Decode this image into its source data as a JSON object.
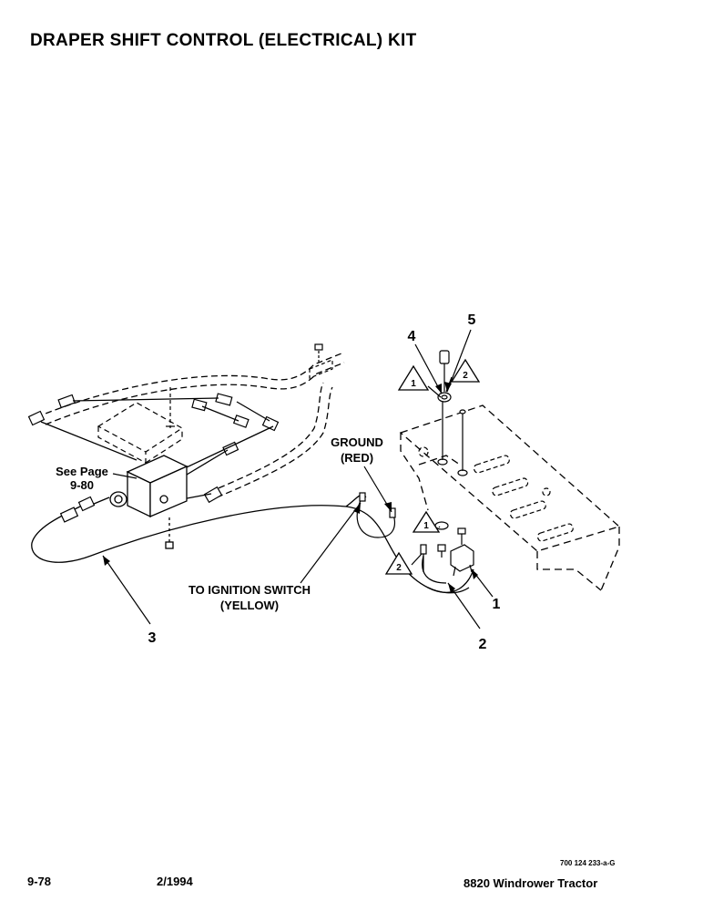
{
  "title": "DRAPER SHIFT CONTROL (ELECTRICAL) KIT",
  "callouts": {
    "c1": "1",
    "c2": "2",
    "c3": "3",
    "c4": "4",
    "c5": "5"
  },
  "notes": {
    "ground_line1": "GROUND",
    "ground_line2": "(RED)",
    "ignition_line1": "TO IGNITION SWITCH",
    "ignition_line2": "(YELLOW)",
    "see_page_line1": "See Page",
    "see_page_line2": "9-80"
  },
  "note_markers": {
    "m1": "1",
    "m2": "2"
  },
  "footer": {
    "page_number": "9-78",
    "date": "2/1994",
    "drawing_number": "700 124 233-a-G",
    "model": "8820 Windrower Tractor"
  }
}
